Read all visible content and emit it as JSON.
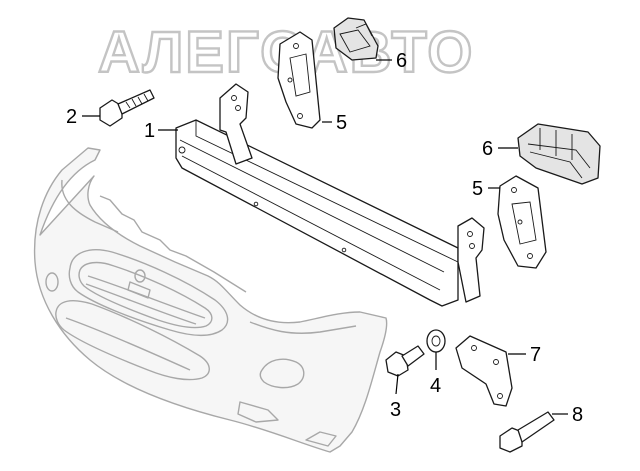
{
  "watermark": "АЛЕГОАВТО",
  "callouts": [
    {
      "id": "c1",
      "text": "1"
    },
    {
      "id": "c2",
      "text": "2"
    },
    {
      "id": "c3",
      "text": "3"
    },
    {
      "id": "c4",
      "text": "4"
    },
    {
      "id": "c5a",
      "text": "5"
    },
    {
      "id": "c5b",
      "text": "5"
    },
    {
      "id": "c6a",
      "text": "6"
    },
    {
      "id": "c6b",
      "text": "6"
    },
    {
      "id": "c7",
      "text": "7"
    },
    {
      "id": "c8",
      "text": "8"
    }
  ]
}
